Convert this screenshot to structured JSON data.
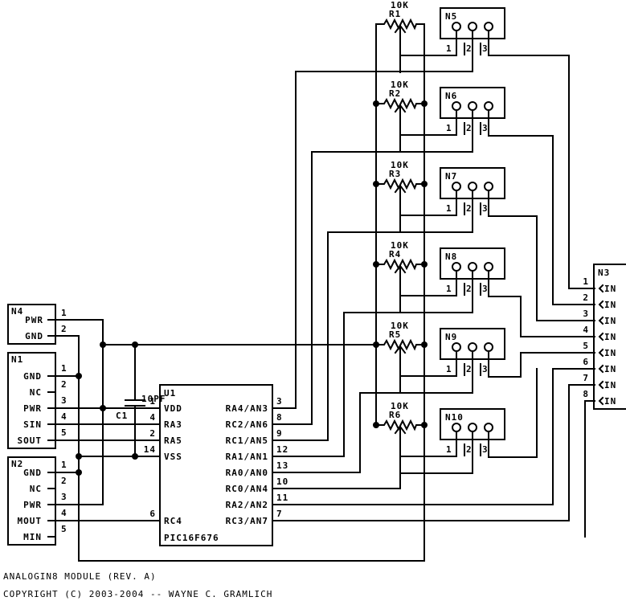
{
  "title_block": {
    "line1": "ANALOGIN8 MODULE (REV. A)",
    "line2": "COPYRIGHT (C) 2003-2004 -- WAYNE C. GRAMLICH"
  },
  "colors": {
    "ink": "#000000",
    "background": "#ffffff"
  },
  "connectors": {
    "N4": {
      "name": "N4",
      "pins": [
        {
          "num": "1",
          "label": "PWR"
        },
        {
          "num": "2",
          "label": "GND"
        }
      ]
    },
    "N1": {
      "name": "N1",
      "pins": [
        {
          "num": "1",
          "label": "GND"
        },
        {
          "num": "2",
          "label": "NC"
        },
        {
          "num": "3",
          "label": "PWR"
        },
        {
          "num": "4",
          "label": "SIN"
        },
        {
          "num": "5",
          "label": "SOUT"
        }
      ]
    },
    "N2": {
      "name": "N2",
      "pins": [
        {
          "num": "1",
          "label": "GND"
        },
        {
          "num": "2",
          "label": "NC"
        },
        {
          "num": "3",
          "label": "PWR"
        },
        {
          "num": "4",
          "label": "MOUT"
        },
        {
          "num": "5",
          "label": "MIN"
        }
      ]
    },
    "N3": {
      "name": "N3",
      "pins": [
        {
          "num": "1",
          "label": "IN"
        },
        {
          "num": "2",
          "label": "IN"
        },
        {
          "num": "3",
          "label": "IN"
        },
        {
          "num": "4",
          "label": "IN"
        },
        {
          "num": "5",
          "label": "IN"
        },
        {
          "num": "6",
          "label": "IN"
        },
        {
          "num": "7",
          "label": "IN"
        },
        {
          "num": "8",
          "label": "IN"
        }
      ]
    }
  },
  "capacitor": {
    "ref": "C1",
    "value": "10PF"
  },
  "ic": {
    "ref": "U1",
    "part": "PIC16F676",
    "left_pins": [
      {
        "num": "1",
        "label": "VDD"
      },
      {
        "num": "4",
        "label": "RA3"
      },
      {
        "num": "2",
        "label": "RA5"
      },
      {
        "num": "14",
        "label": "VSS"
      },
      {
        "num": "6",
        "label": "RC4"
      }
    ],
    "right_pins": [
      {
        "num": "3",
        "label": "RA4/AN3"
      },
      {
        "num": "8",
        "label": "RC2/AN6"
      },
      {
        "num": "9",
        "label": "RC1/AN5"
      },
      {
        "num": "12",
        "label": "RA1/AN1"
      },
      {
        "num": "13",
        "label": "RA0/AN0"
      },
      {
        "num": "10",
        "label": "RC0/AN4"
      },
      {
        "num": "11",
        "label": "RA2/AN2"
      },
      {
        "num": "7",
        "label": "RC3/AN7"
      }
    ]
  },
  "pots": [
    {
      "ref": "R1",
      "value": "10K",
      "connector": "N5"
    },
    {
      "ref": "R2",
      "value": "10K",
      "connector": "N6"
    },
    {
      "ref": "R3",
      "value": "10K",
      "connector": "N7"
    },
    {
      "ref": "R4",
      "value": "10K",
      "connector": "N8"
    },
    {
      "ref": "R5",
      "value": "10K",
      "connector": "N9"
    },
    {
      "ref": "R6",
      "value": "10K",
      "connector": "N10"
    }
  ],
  "pot_connector_pins": [
    "1",
    "2",
    "3"
  ]
}
